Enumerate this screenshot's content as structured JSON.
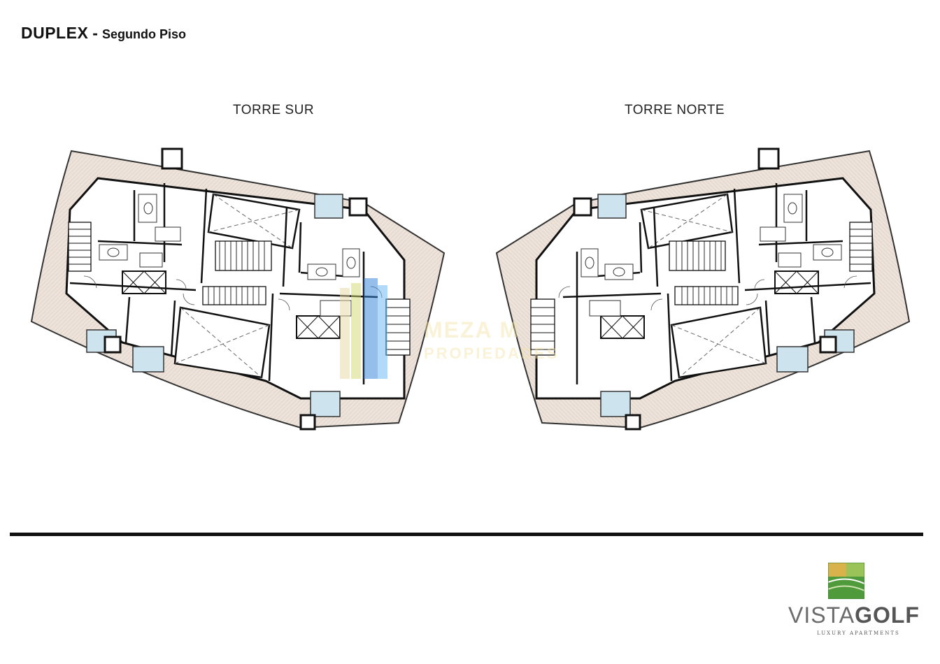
{
  "header": {
    "title": "DUPLEX",
    "separator": "-",
    "subtitle": "Segundo Piso"
  },
  "towers": [
    {
      "label": "TORRE SUR"
    },
    {
      "label": "TORRE NORTE"
    }
  ],
  "watermark": {
    "line1": "MEZA M",
    "line2": "PROPIEDADES"
  },
  "brand": {
    "name_light": "VISTA",
    "name_bold": "GOLF",
    "tagline": "LUXURY APARTMENTS"
  },
  "colors": {
    "terrace": "#ebe0d8",
    "wall": "#1a1a1a",
    "pool": "#cde4ee",
    "logo_green": "#4f9a3a",
    "logo_gold": "#d8b24a"
  }
}
